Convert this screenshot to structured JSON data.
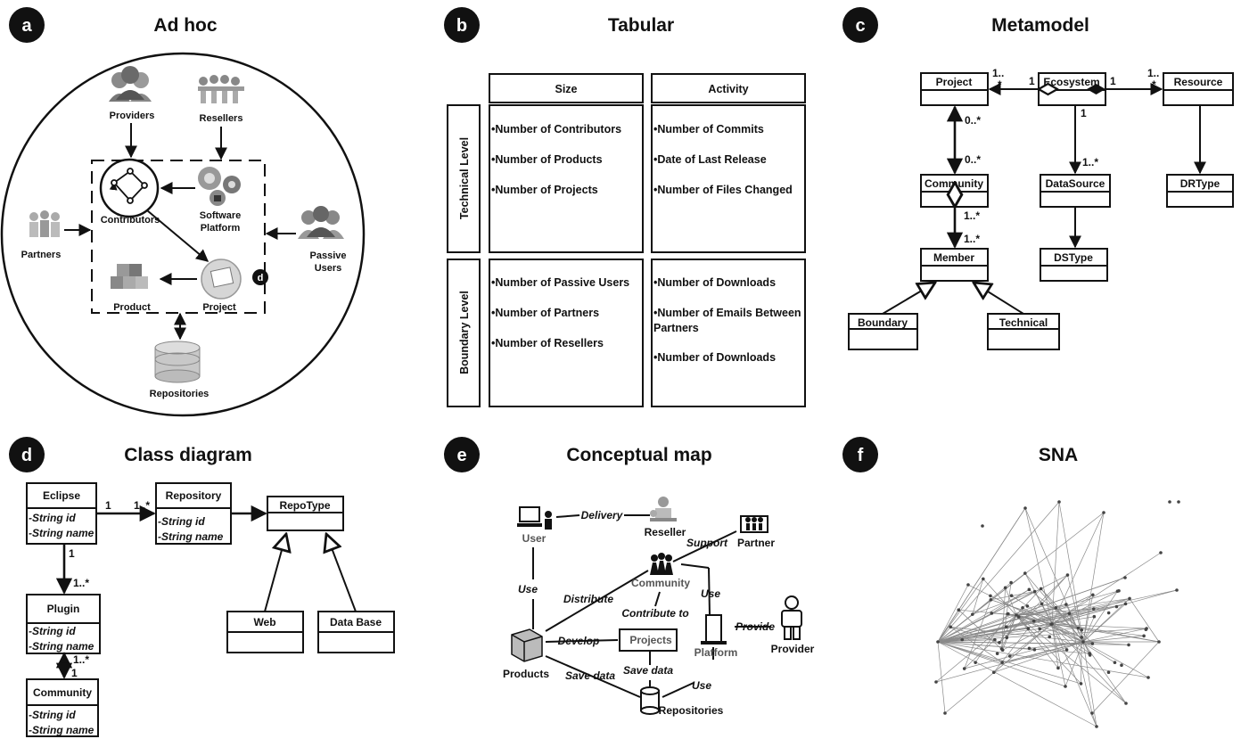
{
  "panels": {
    "a": {
      "badge": "a",
      "title": "Ad hoc",
      "labels": {
        "providers": "Providers",
        "resellers": "Resellers",
        "contributors": "Contributors",
        "software_platform_1": "Software",
        "software_platform_2": "Platform",
        "partners": "Partners",
        "passive_users_1": "Passive",
        "passive_users_2": "Users",
        "product": "Product",
        "project": "Project",
        "repositories": "Repositories",
        "d_marker": "d"
      }
    },
    "b": {
      "badge": "b",
      "title": "Tabular",
      "headers": {
        "size": "Size",
        "activity": "Activity"
      },
      "rows": {
        "technical": "Technical Level",
        "boundary": "Boundary Level"
      },
      "technical_size": [
        "•Number of Contributors",
        "•Number of Products",
        "•Number of Projects"
      ],
      "technical_activity": [
        "•Number of Commits",
        "•Date of Last Release",
        "•Number of Files Changed"
      ],
      "boundary_size": [
        "•Number of Passive Users",
        "•Number of Partners",
        "•Number of Resellers"
      ],
      "boundary_activity": [
        "•Number of Downloads",
        "•Number of Emails Between",
        "Partners",
        "•Number of Downloads"
      ]
    },
    "c": {
      "badge": "c",
      "title": "Metamodel",
      "classes": {
        "project": "Project",
        "ecosystem": "Ecosystem",
        "resource": "Resource",
        "community": "Community",
        "datasource": "DataSource",
        "drtype": "DRType",
        "member": "Member",
        "dstype": "DSType",
        "boundary": "Boundary",
        "technical": "Technical"
      },
      "mult": {
        "p_left_1": "1..",
        "p_left_2": "*",
        "p_right": "1",
        "r_left": "1",
        "r_right_1": "1..",
        "r_right_2": "*",
        "pc_top": "0..*",
        "pc_bottom": "0..*",
        "eco_ds_top": "1",
        "eco_ds_bottom": "1..*",
        "cm_top": "1..*",
        "cm_bottom": "1..*"
      }
    },
    "d": {
      "badge": "d",
      "title": "Class diagram",
      "classes": {
        "eclipse": "Eclipse",
        "repository": "Repository",
        "repotype": "RepoType",
        "plugin": "Plugin",
        "web": "Web",
        "database": "Data Base",
        "community": "Community"
      },
      "attrs": {
        "eclipse": [
          "-String id",
          "-String name"
        ],
        "repository": [
          "-String id",
          "-String name"
        ],
        "plugin": [
          "-String  id",
          "-String name"
        ],
        "community": [
          "-String  id",
          "-String name"
        ]
      },
      "mult": {
        "er_left": "1",
        "er_right": "1..*",
        "ep_top": "1",
        "ep_bottom": "1..*",
        "pc_top": "1..*",
        "pc_bottom": "1"
      }
    },
    "e": {
      "badge": "e",
      "title": "Conceptual map",
      "nodes": {
        "user": "User",
        "reseller": "Reseller",
        "partner": "Partner",
        "community": "Community",
        "products": "Products",
        "projects": "Projects",
        "platform": "Platform",
        "provider": "Provider",
        "repositories": "Repositories"
      },
      "edges": {
        "delivery": "Delivery",
        "support": "Support",
        "use_user": "Use",
        "distribute": "Distribute",
        "use_community": "Use",
        "contribute_to": "Contribute to",
        "provide": "Provide",
        "develop": "Develop",
        "save_data_products": "Save data",
        "save_data_projects": "Save data",
        "use_platform": "Use"
      }
    },
    "f": {
      "badge": "f",
      "title": "SNA"
    }
  },
  "colors": {
    "badge": "#111111",
    "line": "#111111",
    "sna_edge": "#8a8a8a",
    "sna_node": "#444444"
  }
}
